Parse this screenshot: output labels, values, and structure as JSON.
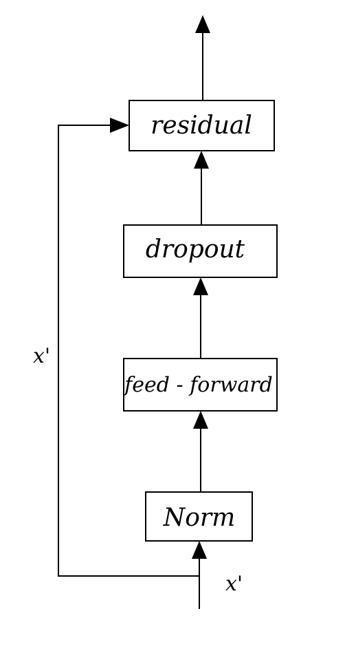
{
  "nodes": {
    "residual": "residual",
    "dropout": "dropout",
    "feed_forward": "feed - forward",
    "norm": "Norm"
  },
  "edge_labels": {
    "skip": "x'",
    "input": "x'"
  },
  "colors": {
    "stroke": "#000000",
    "background": "#ffffff"
  }
}
